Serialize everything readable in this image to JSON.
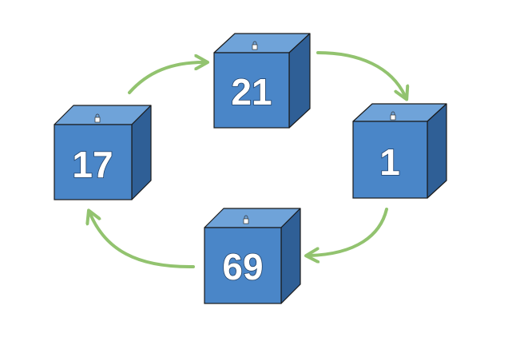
{
  "colors": {
    "cube_front": "#4a86c8",
    "cube_top": "#6fa3d9",
    "cube_side": "#2f5f96",
    "cube_edge": "#1a1a1a",
    "arrow": "#92c36f"
  },
  "icons": {
    "lock": "lock-icon"
  },
  "cycle": {
    "nodes": [
      {
        "id": "top",
        "label": "21"
      },
      {
        "id": "right",
        "label": "1"
      },
      {
        "id": "bottom",
        "label": "69"
      },
      {
        "id": "left",
        "label": "17"
      }
    ],
    "edges": [
      {
        "from": "left",
        "to": "top"
      },
      {
        "from": "top",
        "to": "right"
      },
      {
        "from": "right",
        "to": "bottom"
      },
      {
        "from": "bottom",
        "to": "left"
      }
    ]
  }
}
